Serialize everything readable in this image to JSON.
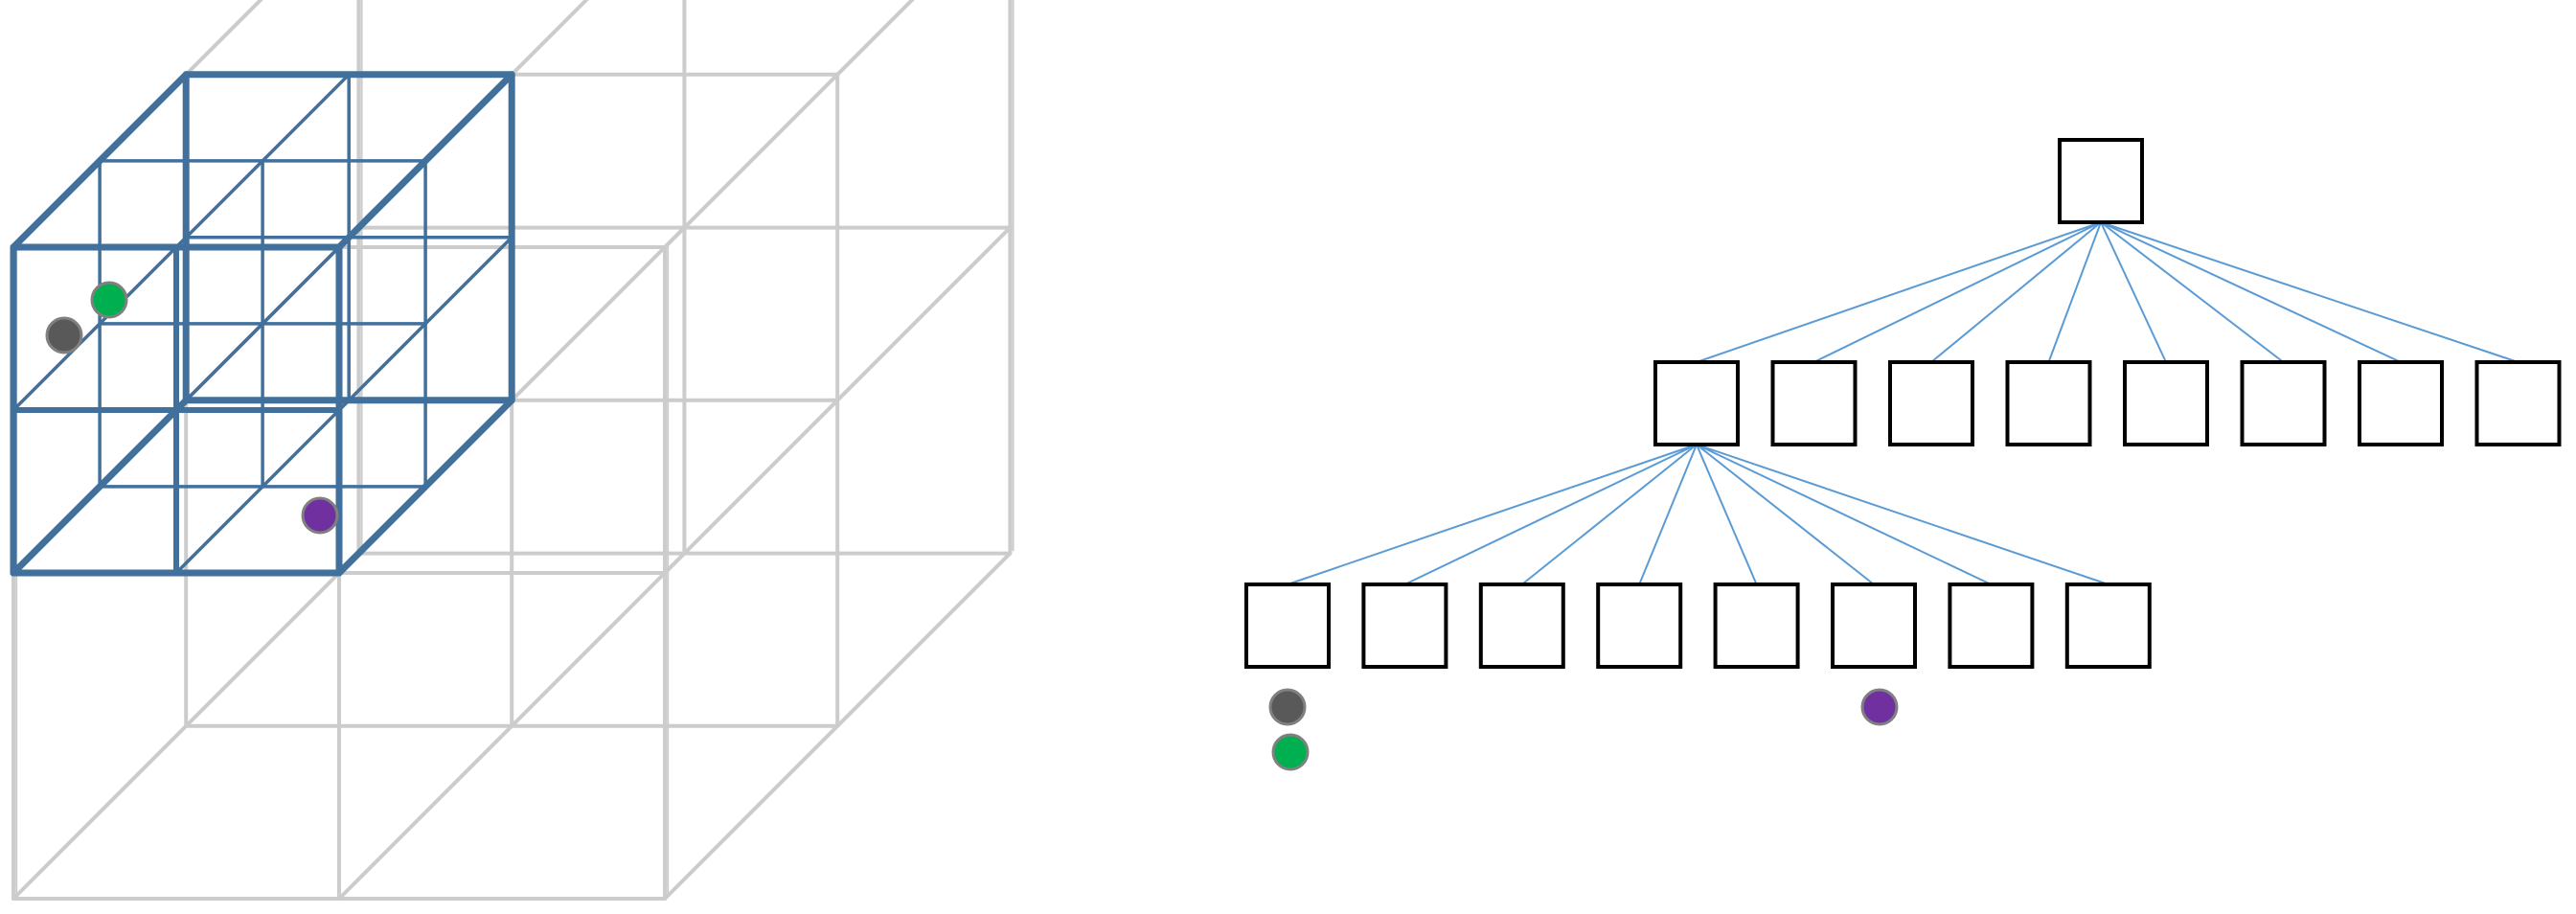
{
  "colors": {
    "background": "#ffffff",
    "outer_grid": "#cccccc",
    "inner_grid": "#41709c",
    "tree_edge": "#5b9bd5",
    "tree_node_stroke": "#000000",
    "point_gray": "#595959",
    "point_green": "#00b050",
    "point_purple": "#7030a0",
    "point_stroke": "#808080"
  },
  "octree": {
    "root_count": 1,
    "level1_count": 8,
    "level2_count": 8,
    "expanded_level1_index": 0,
    "points_under_leaf": [
      {
        "leaf_index": 0,
        "colors": [
          "point_gray",
          "point_green"
        ]
      },
      {
        "leaf_index": 5,
        "colors": [
          "point_purple"
        ]
      }
    ]
  },
  "cube_points": [
    {
      "name": "gray-point",
      "color": "point_gray"
    },
    {
      "name": "green-point",
      "color": "point_green"
    },
    {
      "name": "purple-point",
      "color": "point_purple"
    }
  ]
}
